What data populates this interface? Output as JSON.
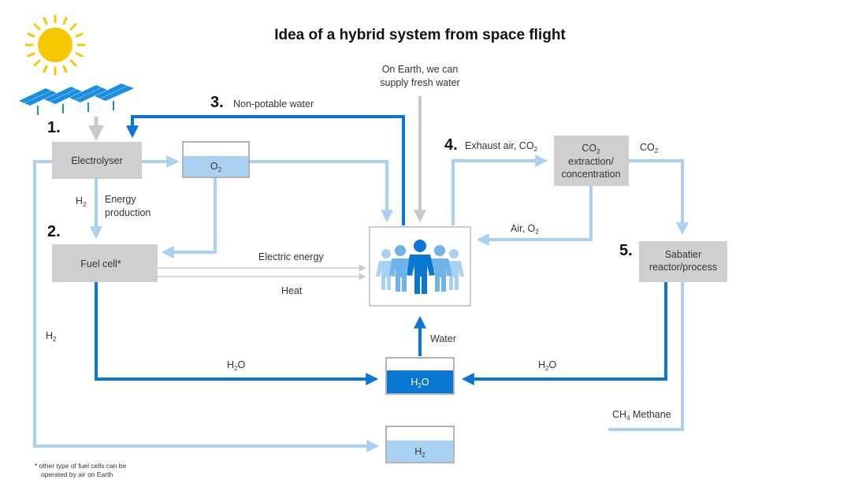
{
  "title": "Idea of a hybrid system from space flight",
  "colors": {
    "dark_blue": "#0a78d2",
    "light_blue": "#a9d1f1",
    "grey_arrow": "#c9c9c9",
    "box_grey": "#cfcfcf",
    "sun": "#f5c800"
  },
  "steps": {
    "s1": "1.",
    "s2": "2.",
    "s3": "3.",
    "s4": "4.",
    "s5": "5."
  },
  "boxes": {
    "electrolyser": "Electrolyser",
    "fuel_cell": "Fuel cell*",
    "co2_extraction": {
      "line1_main": "CO",
      "line1_sub": "2",
      "line2": "extraction/",
      "line3": "concentration"
    },
    "sabatier": {
      "line1": "Sabatier",
      "line2": "reactor/process"
    }
  },
  "tanks": {
    "o2": {
      "main": "O",
      "sub": "2"
    },
    "h2o": {
      "main": "H",
      "sub": "2",
      "tail": "O"
    },
    "h2": {
      "main": "H",
      "sub": "2"
    }
  },
  "labels": {
    "non_potable": "Non-potable water",
    "fresh_water_1": "On Earth, we can",
    "fresh_water_2": "supply fresh water",
    "exhaust_air": "Exhaust air, CO",
    "exhaust_air_sub": "2",
    "co2_out": "CO",
    "co2_out_sub": "2",
    "air_o2": "Air, O",
    "air_o2_sub": "2",
    "h2_main": "H",
    "h2_sub": "2",
    "energy_1": "Energy",
    "energy_2": "production",
    "electric_energy": "Electric energy",
    "heat": "Heat",
    "water": "Water",
    "h2o_left_main": "H",
    "h2o_left_sub": "2",
    "h2o_left_tail": "O",
    "h2o_right_main": "H",
    "h2o_right_sub": "2",
    "h2o_right_tail": "O",
    "h2_left_main": "H",
    "h2_left_sub": "2",
    "methane_main": "CH",
    "methane_sub": "4",
    "methane_tail": " Methane"
  },
  "footnote": {
    "line1": "* other type of fuel cells can be",
    "line2": "operated by air on Earth"
  }
}
